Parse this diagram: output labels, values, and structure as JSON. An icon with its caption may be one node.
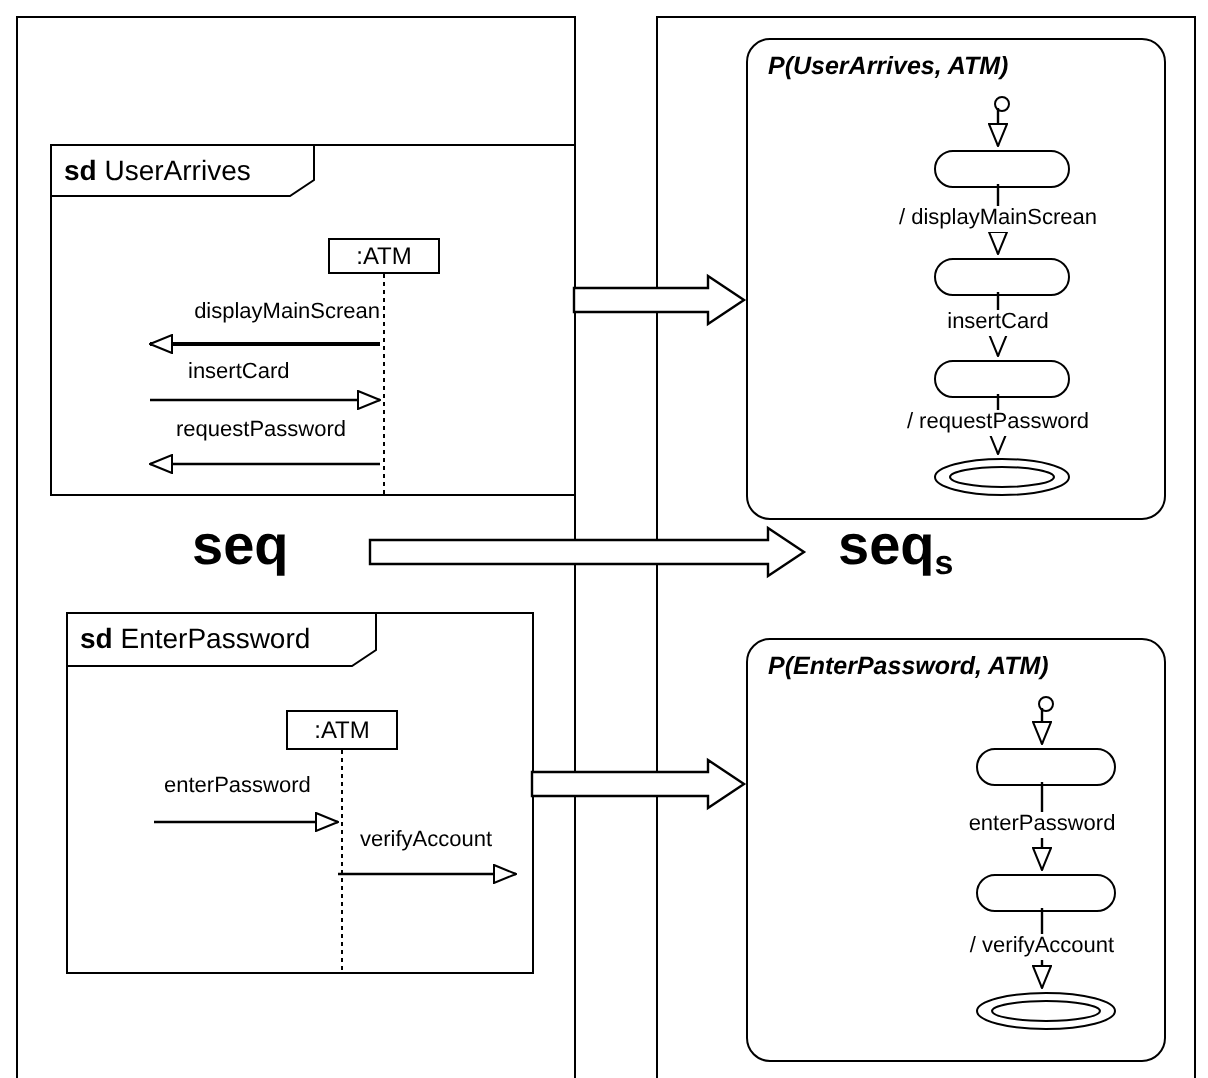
{
  "diagram": {
    "nodes": [
      {
        "text": [
          "seq"
        ]
      },
      {
        "text": [
          "**sd** UserArrives"
        ],
        "in": 0
      },
      {
        "text": [
          ":ATM"
        ],
        "in": 1
      },
      {
        "text": [
          "**sd** EnterPassword"
        ],
        "in": 0
      },
      {
        "text": [
          ":ATM"
        ],
        "in": 3
      },
      {
        "text": [
          "seq$_{s}$"
        ]
      },
      {
        "text": [
          "P(UserArrives, ATM)"
        ],
        "in": 5
      },
      {
        "text": [],
        "shape": "circle",
        "in": 6
      },
      {
        "text": [],
        "shape": "box",
        "in": 6
      },
      {
        "text": [],
        "shape": "box",
        "in": 6
      },
      {
        "text": [],
        "shape": "box",
        "in": 6
      },
      {
        "text": [],
        "shape": "ellipse",
        "in": 6
      },
      {
        "text": [
          "P(EnterPassword, ATM)"
        ],
        "in": 5
      },
      {
        "text": [],
        "shape": "circle",
        "in": 12
      },
      {
        "text": [],
        "shape": "box",
        "in": 12
      },
      {
        "text": [],
        "shape": "box",
        "in": 12
      },
      {
        "text": [],
        "shape": "ellipse",
        "in": 12
      },
      {
        "text": [],
        "shape": "line",
        "in": 1
      },
      {
        "text": [],
        "shape": "line",
        "in": 3
      }
    ],
    "edges": [
      {
        "from": 17,
        "to": null,
        "arrow": "to",
        "label": "displayMainScrean"
      },
      {
        "from": null,
        "to": 17,
        "arrow": "to",
        "label": "insertCard"
      },
      {
        "from": 17,
        "to": null,
        "arrow": "to",
        "label": "requestPassword"
      },
      {
        "from": null,
        "to": 18,
        "arrow": "to",
        "label": "enterPassword"
      },
      {
        "from": 18,
        "to": null,
        "arrow": "to",
        "label": "verifyAccount"
      },
      {
        "from": 1,
        "to": 6,
        "arrow": "to",
        "style": "thick"
      },
      {
        "from": 0,
        "to": 5,
        "arrow": "to",
        "style": "thick"
      },
      {
        "from": 3,
        "to": 12,
        "arrow": "to",
        "style": "thick"
      },
      {
        "from": 7,
        "to": 8,
        "arrow": "to"
      },
      {
        "from": 8,
        "to": 9,
        "arrow": "to",
        "label": "/ displayMainScrean"
      },
      {
        "from": 9,
        "to": 10,
        "arrow": "to",
        "label": "insertCard"
      },
      {
        "from": 10,
        "to": 11,
        "arrow": "to",
        "label": "/ requestPassword"
      },
      {
        "from": 13,
        "to": 14,
        "arrow": "to"
      },
      {
        "from": 14,
        "to": 15,
        "arrow": "to",
        "label": "enterPassword"
      },
      {
        "from": 15,
        "to": 16,
        "arrow": "to",
        "label": "/ verifyAccount"
      }
    ]
  }
}
